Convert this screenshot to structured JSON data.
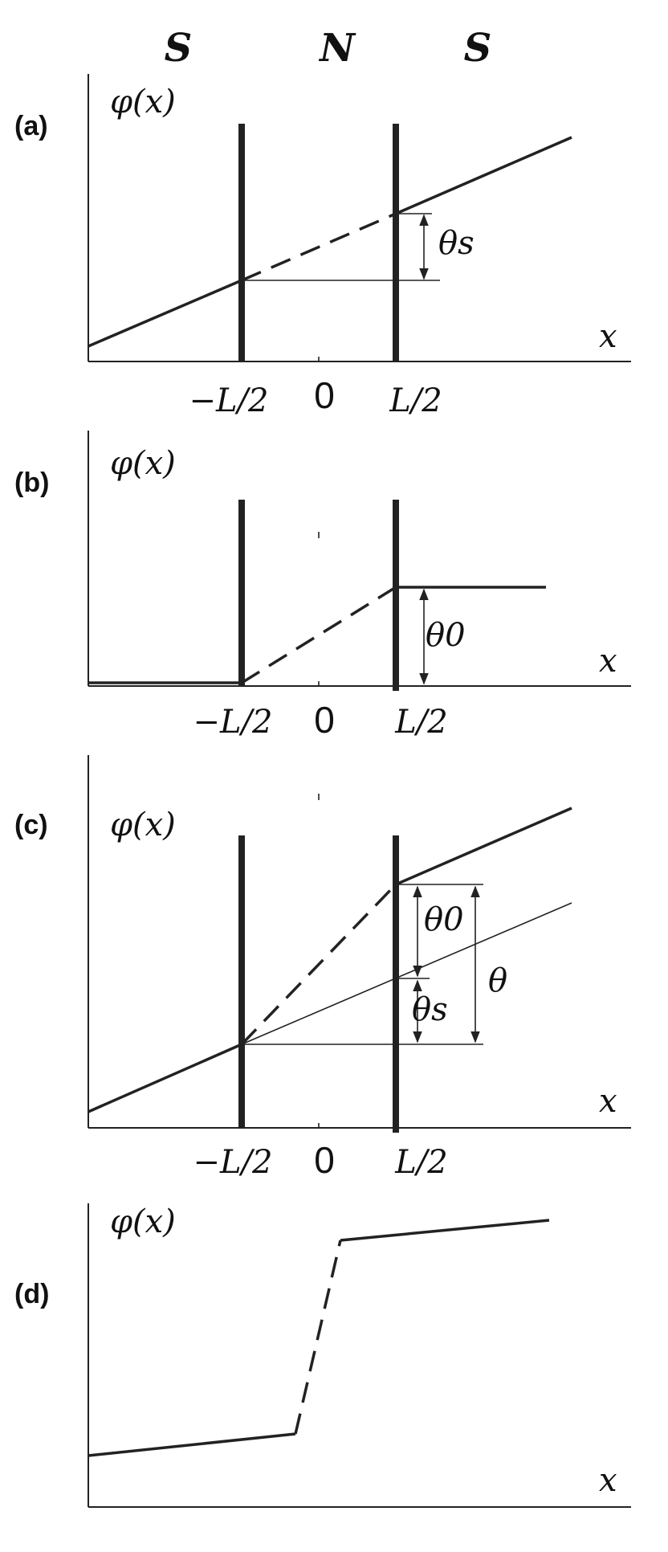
{
  "regions": [
    "S",
    "N",
    "S"
  ],
  "panels": [
    {
      "letter": "(a)",
      "y_label": "φ(x)",
      "x_label": "x",
      "ticks": [
        "−L/2",
        "0",
        "L/2"
      ],
      "annotations": [
        "θs"
      ]
    },
    {
      "letter": "(b)",
      "y_label": "φ(x)",
      "x_label": "x",
      "ticks": [
        "−L/2",
        "0",
        "L/2"
      ],
      "annotations": [
        "θ0"
      ]
    },
    {
      "letter": "(c)",
      "y_label": "φ(x)",
      "x_label": "x",
      "ticks": [
        "−L/2",
        "0",
        "L/2"
      ],
      "annotations": [
        "θ0",
        "θs",
        "θ"
      ]
    },
    {
      "letter": "(d)",
      "y_label": "φ(x)",
      "x_label": "x",
      "ticks": [],
      "annotations": []
    }
  ]
}
